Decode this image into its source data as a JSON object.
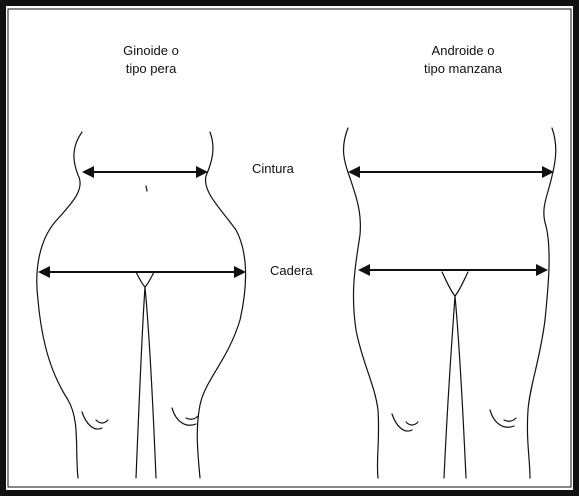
{
  "figure": {
    "left_title": "Ginoide o tipo pera",
    "left_title_line1": "Ginoide o",
    "left_title_line2": "tipo pera",
    "right_title_line1": "Androide o",
    "right_title_line2": "tipo manzana",
    "waist_label": "Cintura",
    "hip_label": "Cadera"
  },
  "colors": {
    "ink": "#111111",
    "background": "#ffffff"
  }
}
